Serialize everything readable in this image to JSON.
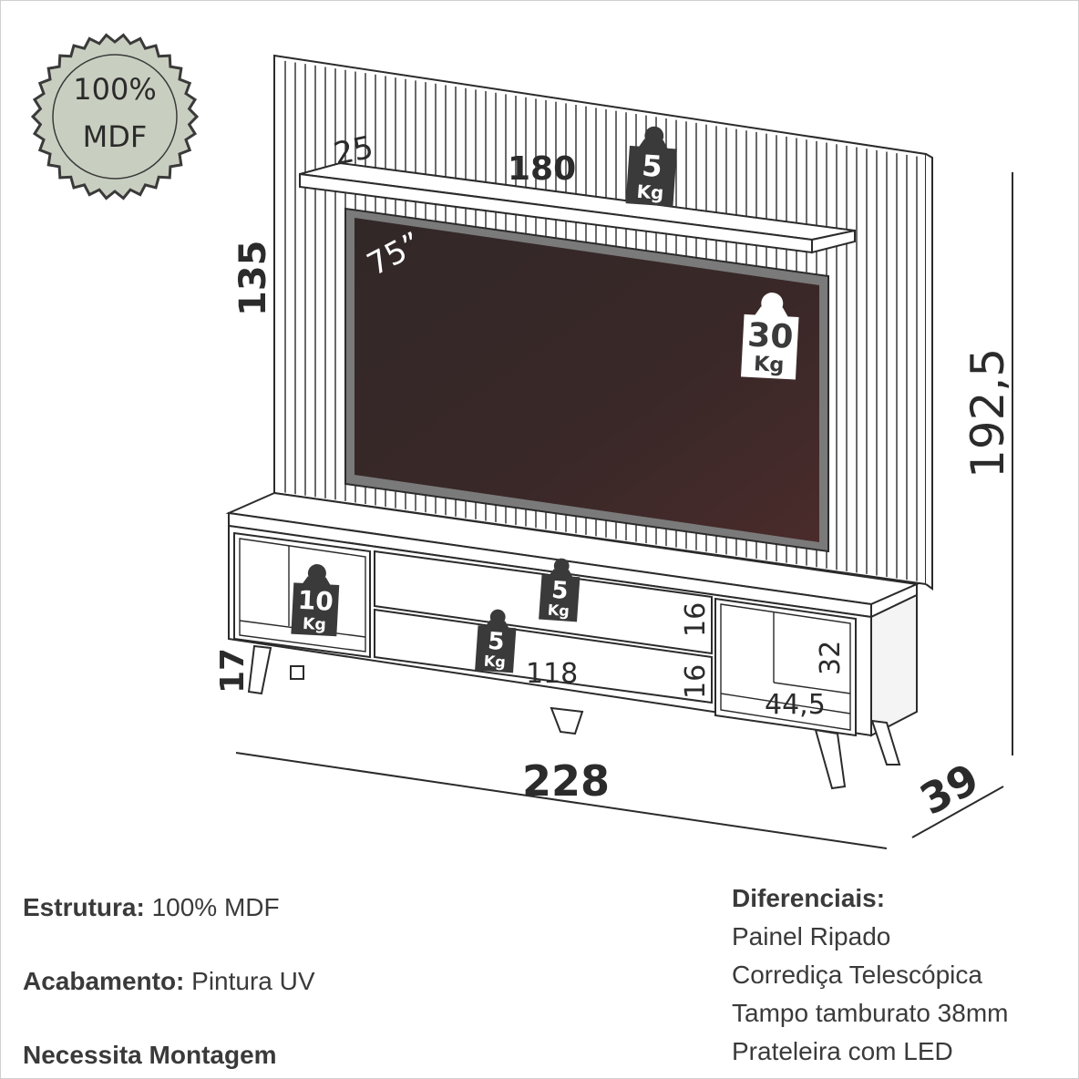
{
  "badge": {
    "line1": "100%",
    "line2": "MDF",
    "color": "#c9cfc0"
  },
  "dimensions": {
    "shelf_depth": "25",
    "shelf_width": "180",
    "panel_height": "135",
    "total_height": "192,5",
    "leg_height": "17",
    "total_width": "228",
    "depth": "39",
    "drawer_width": "118",
    "drawer_height_top": "16",
    "drawer_height_bottom": "16",
    "niche_height": "32",
    "niche_width": "44,5"
  },
  "tv_size": "75”",
  "weights": {
    "shelf": {
      "value": "5",
      "unit": "Kg"
    },
    "tv": {
      "value": "30",
      "unit": "Kg"
    },
    "niche": {
      "value": "10",
      "unit": "Kg"
    },
    "drawer_top": {
      "value": "5",
      "unit": "Kg"
    },
    "drawer_bottom": {
      "value": "5",
      "unit": "Kg"
    }
  },
  "specs": {
    "structure_label": "Estrutura:",
    "structure_value": " 100% MDF",
    "finish_label": "Acabamento:",
    "finish_value": " Pintura UV",
    "assembly": "Necessita Montagem"
  },
  "differentials": {
    "title": "Diferenciais:",
    "items": [
      "Painel Ripado",
      "Corrediça Telescópica",
      "Tampo tamburato 38mm",
      "Prateleira com LED"
    ]
  },
  "colors": {
    "line": "#2b2b2b",
    "screen": "#3d2a2a",
    "weight_tag": "#3a3a3a"
  }
}
